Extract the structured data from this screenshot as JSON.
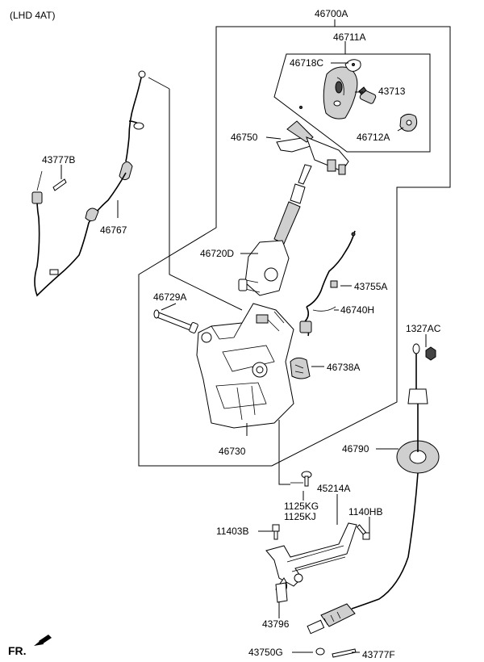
{
  "header": {
    "variant": "(LHD 4AT)"
  },
  "direction": {
    "label": "FR."
  },
  "part_labels": {
    "p46700A": "46700A",
    "p46711A": "46711A",
    "p46718C": "46718C",
    "p43713": "43713",
    "p46712A": "46712A",
    "p46750": "46750",
    "p43777B": "43777B",
    "p46767": "46767",
    "p46720D": "46720D",
    "p43755A": "43755A",
    "p46729A": "46729A",
    "p46740H": "46740H",
    "p1327AC": "1327AC",
    "p46738A": "46738A",
    "p46730": "46730",
    "p46790": "46790",
    "p45214A": "45214A",
    "p1125KG": "1125KG",
    "p1125KJ": "1125KJ",
    "p1140HB": "1140HB",
    "p11403B": "11403B",
    "p43796": "43796",
    "p43750G": "43750G",
    "p43777F": "43777F"
  }
}
